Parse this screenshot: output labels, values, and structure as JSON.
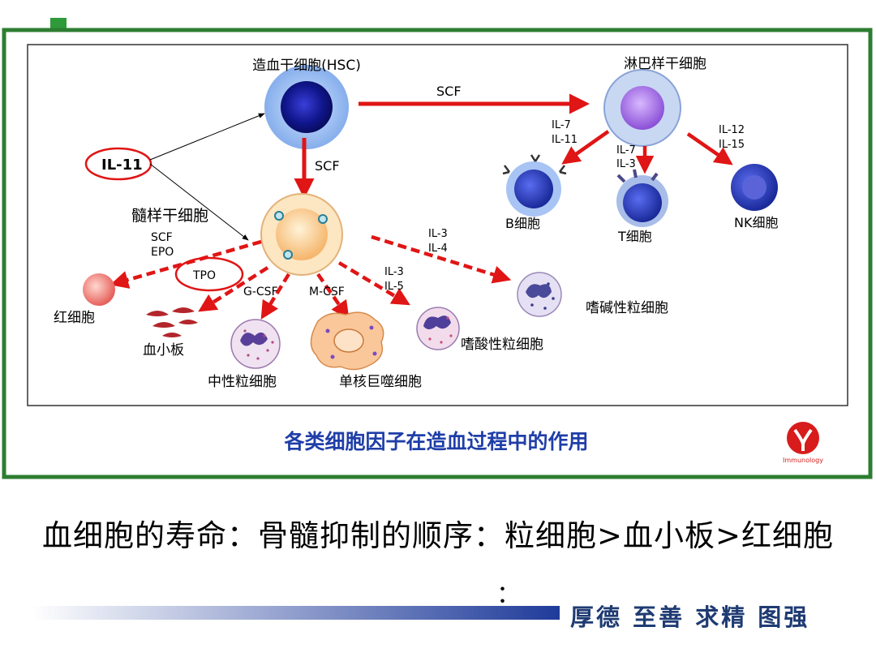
{
  "diagram": {
    "hsc_label": "造血干细胞(HSC)",
    "lymphoid_label": "淋巴样干细胞",
    "myeloid_label": "髓样干细胞",
    "il11": "IL-11",
    "scf_right": "SCF",
    "scf_down": "SCF",
    "il7_il11": [
      "IL-7",
      "IL-11"
    ],
    "il7_il3": [
      "IL-7",
      "IL-3"
    ],
    "il12_il15": [
      "IL-12",
      "IL-15"
    ],
    "b_cell": "B细胞",
    "t_cell": "T细胞",
    "nk_cell": "NK细胞",
    "scf_epo": [
      "SCF",
      "EPO"
    ],
    "tpo": "TPO",
    "gcsf": "G-CSF",
    "mcsf": "M-CSF",
    "il3_il5": [
      "IL-3",
      "IL-5"
    ],
    "il3_il4": [
      "IL-3",
      "IL-4"
    ],
    "rbc": "红细胞",
    "platelet": "血小板",
    "neutrophil": "中性粒细胞",
    "monocyte": "单核巨噬细胞",
    "eosinophil": "嗜酸性粒细胞",
    "basophil": "嗜碱性粒细胞",
    "title": "各类细胞因子在造血过程中的作用",
    "logo_text": "Immunology"
  },
  "caption": "血细胞的寿命：骨髓抑制的顺序：粒细胞>血小板>红细胞",
  "stray_colon": "：",
  "motto": "厚德 至善 求精 图强",
  "colors": {
    "frame": "#2e7d32",
    "arrow": "#e01515",
    "title": "#1f3ea8",
    "motto": "#1f3b73"
  }
}
